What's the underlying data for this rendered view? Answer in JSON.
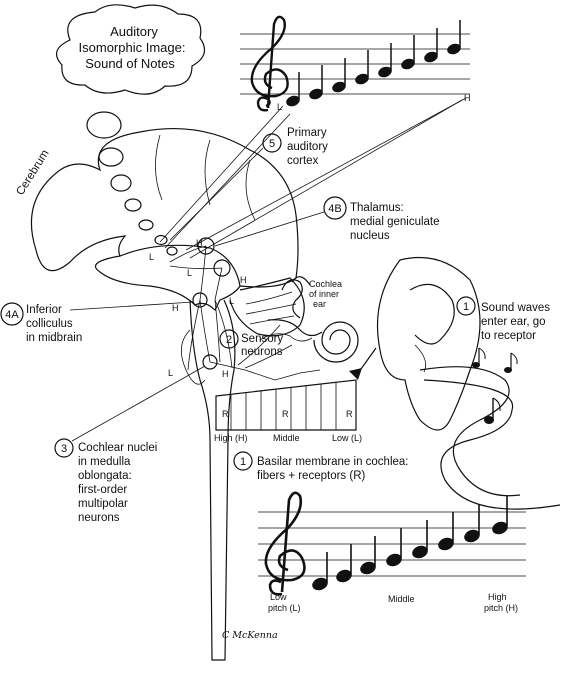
{
  "title_cloud": [
    "Auditory",
    "Isomorphic Image:",
    "Sound of Notes"
  ],
  "cerebrum": "Cerebrum",
  "steps": {
    "s1_num": "1",
    "s1_text": [
      "Sound waves",
      "enter ear, go",
      "to receptor"
    ],
    "s1b_num": "1",
    "s1b_text": [
      "Basilar membrane in cochlea:",
      "fibers + receptors (R)"
    ],
    "s2_num": "2",
    "s2_text": [
      "Sensory",
      "neurons"
    ],
    "s3_num": "3",
    "s3_text": [
      "Cochlear nuclei",
      "in medulla",
      "oblongata:",
      "first-order",
      "multipolar",
      "neurons"
    ],
    "s4a_num": "4A",
    "s4a_text": [
      "Inferior",
      "colliculus",
      "in midbrain"
    ],
    "s4b_num": "4B",
    "s4b_text": [
      "Thalamus:",
      "medial geniculate",
      "nucleus"
    ],
    "s5_num": "5",
    "s5_text": [
      "Primary",
      "auditory",
      "cortex"
    ]
  },
  "cochlea_label": [
    "Cochlea",
    "of inner",
    "ear"
  ],
  "basilar": {
    "receptor": "R",
    "high": "High (H)",
    "middle": "Middle",
    "low": "Low (L)"
  },
  "path_letters": {
    "L": "L",
    "H": "H"
  },
  "bottom_staff": {
    "low": [
      "Low",
      "pitch (L)"
    ],
    "middle": "Middle",
    "high": [
      "High",
      "pitch (H)"
    ]
  },
  "top_staff": {
    "L": "L",
    "H": "H"
  },
  "signature": "C McKenna",
  "icons": [
    "treble-clef-icon",
    "musical-note-icon",
    "ear-icon",
    "brain-icon",
    "cochlea-icon"
  ]
}
